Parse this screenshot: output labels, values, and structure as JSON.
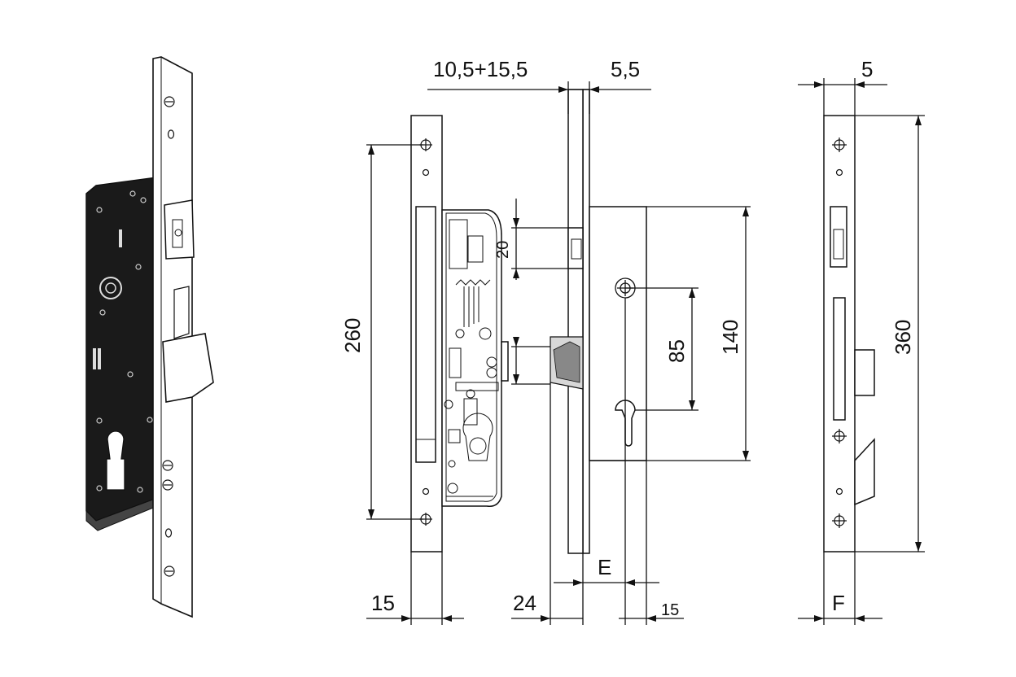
{
  "dimensions": {
    "backset_range": "10,5+15,5",
    "faceplate_thickness": "5,5",
    "faceplate_side_thickness": "5",
    "faceplate_screw_spacing": "260",
    "latch_height": "20",
    "handle_to_cylinder": "85",
    "case_height": "140",
    "faceplate_length": "360",
    "faceplate_width": "15",
    "case_depth": "24",
    "backset_label": "E",
    "cylinder_offset": "15",
    "faceplate_label": "F"
  },
  "colors": {
    "line": "#111111",
    "case_fill": "#1a1a1a",
    "background": "#ffffff"
  }
}
